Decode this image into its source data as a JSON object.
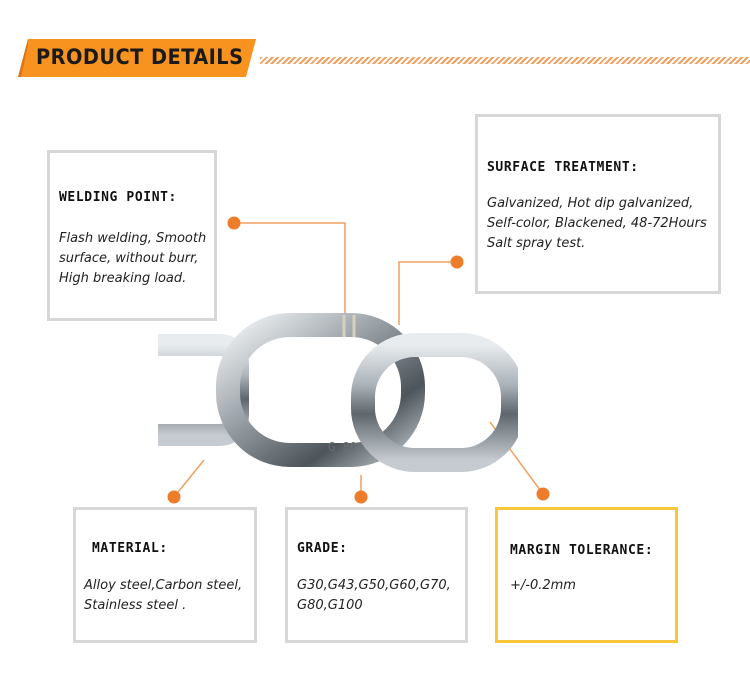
{
  "header": {
    "title": "PRODUCT DETAILS",
    "accent_color": "#f7931e"
  },
  "cards": {
    "welding": {
      "title": "WELDING POINT:",
      "lines": [
        "Flash welding, Smooth",
        "surface, without burr,",
        "High breaking load."
      ]
    },
    "surface": {
      "title": "SURFACE  TREATMENT:",
      "lines": [
        "Galvanized,  Hot dip galvanized,",
        "Self-color, Blackened, 48-72Hours",
        "Salt spray test."
      ]
    },
    "material": {
      "title": "MATERIAL:",
      "lines": [
        " Alloy steel,Carbon steel,",
        "Stainless steel ."
      ]
    },
    "grade": {
      "title": "GRADE:",
      "lines": [
        "G30,G43,G50,G60,G70,",
        "G80,G100"
      ]
    },
    "tolerance": {
      "title": "MARGIN  TOLERANCE:",
      "lines": [
        "+/-0.2mm"
      ]
    }
  },
  "product_image": {
    "stamp": "G 80",
    "icon": "chain-link-image"
  },
  "colors": {
    "dot": "#ee7d2b",
    "line": "#f0a060",
    "card_border": "#d7d7d7",
    "highlight_border": "#f7c63a"
  }
}
